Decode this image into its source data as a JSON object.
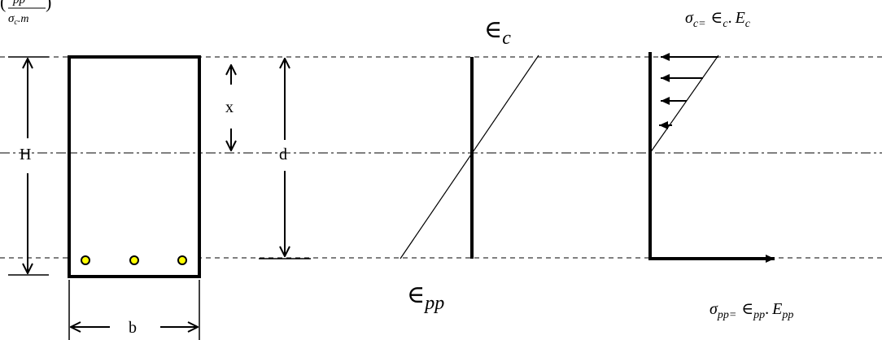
{
  "corner_label": {
    "numerator": "pp",
    "denominator_sigma": "σ",
    "denominator_sub": "c",
    "denominator_tail": ".m"
  },
  "section": {
    "height_label": "H",
    "depth_label": "d",
    "neutral_axis_label": "x",
    "width_label": "b",
    "rebar_count": 3
  },
  "strain": {
    "top_symbol": "∈",
    "top_sub": "c",
    "bottom_symbol": "∈",
    "bottom_sub": "pp"
  },
  "stress": {
    "top": {
      "sigma": "σ",
      "sigma_sub": "c=",
      "eps": "∈",
      "eps_sub": "c",
      "dot": ".",
      "modulus": "E",
      "modulus_sub": "c"
    },
    "bottom": {
      "sigma": "σ",
      "sigma_sub": "pp=",
      "eps": "∈",
      "eps_sub": "pp",
      "dot": ".",
      "modulus": "E",
      "modulus_sub": "pp"
    },
    "arrow_count": 4
  },
  "colors": {
    "line": "#000000",
    "rebar_fill": "#ffff00",
    "background": "#ffffff"
  }
}
